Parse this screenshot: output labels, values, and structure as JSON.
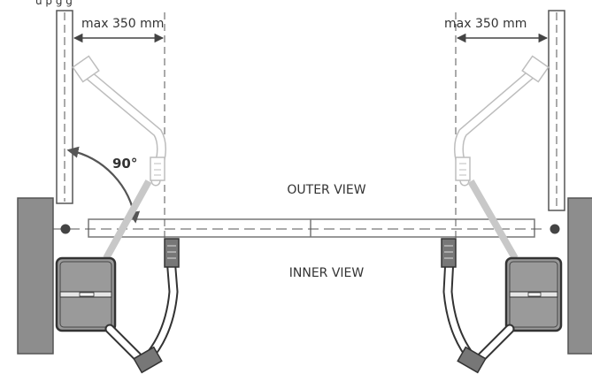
{
  "dimensions": {
    "left": "max 350 mm",
    "right": "max 350 mm"
  },
  "angle": "90°",
  "views": {
    "outer": "OUTER VIEW",
    "inner": "INNER VIEW"
  },
  "colors": {
    "line": "#444444",
    "arm_light": "#b5b5b5",
    "arm_dark": "#555555",
    "wall": "#8a8a8a",
    "motor_body": "#9a9a9a",
    "motor_dark": "#3f3f3f",
    "dim_arrow": "#444444",
    "angle_arrow": "#555555"
  }
}
